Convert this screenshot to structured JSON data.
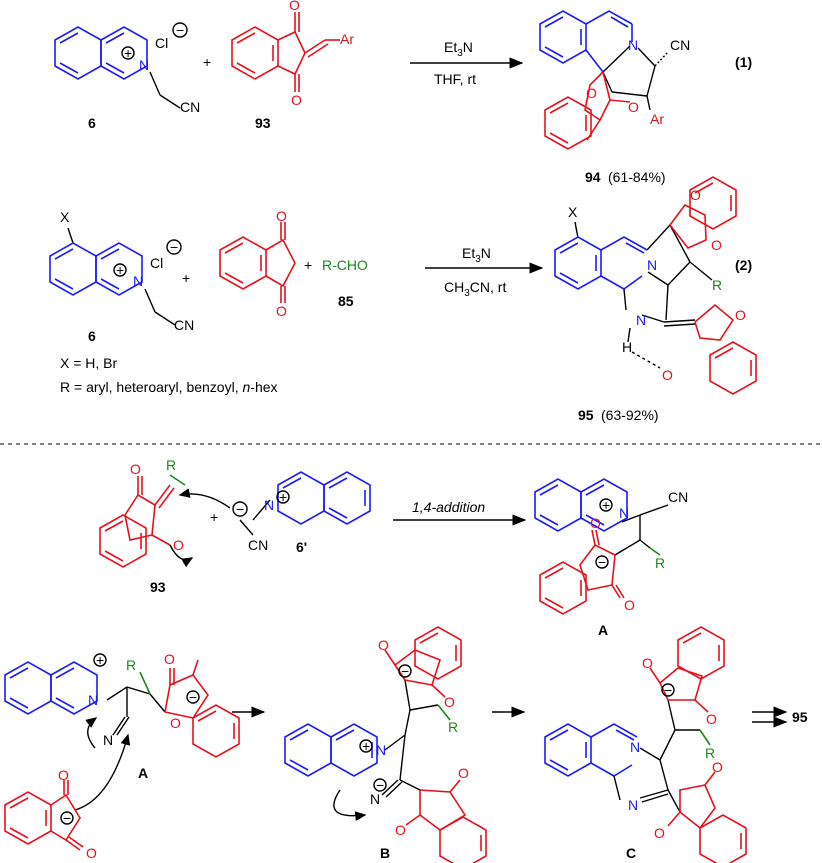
{
  "reaction1": {
    "cmpd_6_label": "6",
    "cmpd_93_label": "93",
    "product_label": "94",
    "product_yield": "(61-84%)",
    "reagent": "Et3N",
    "solvent": "THF, rt",
    "number": "(1)",
    "counterion": "Cl",
    "cn": "CN",
    "ar": "Ar",
    "plus": "+"
  },
  "reaction2": {
    "cmpd_6_label": "6",
    "cmpd_85_label": "85",
    "aldehyde": "R-CHO",
    "product_label": "95",
    "product_yield": "(63-92%)",
    "reagent": "Et3N",
    "solvent": "CH3CN, rt",
    "number": "(2)",
    "x_def": "X = H, Br",
    "r_def": "R = aryl, heteroaryl, benzoyl, n-hex",
    "x": "X",
    "r": "R",
    "nh": "N",
    "h": "H"
  },
  "mechanism": {
    "step_label": "1,4-addition",
    "cmpd_93_label": "93",
    "ylide_label": "6'",
    "int_A": "A",
    "int_B": "B",
    "int_C": "C",
    "final": "95"
  },
  "colors": {
    "isoquinoline": "#1a1aff",
    "indandione": "#e8101a",
    "aldehyde_R": "#1a8a1a"
  }
}
